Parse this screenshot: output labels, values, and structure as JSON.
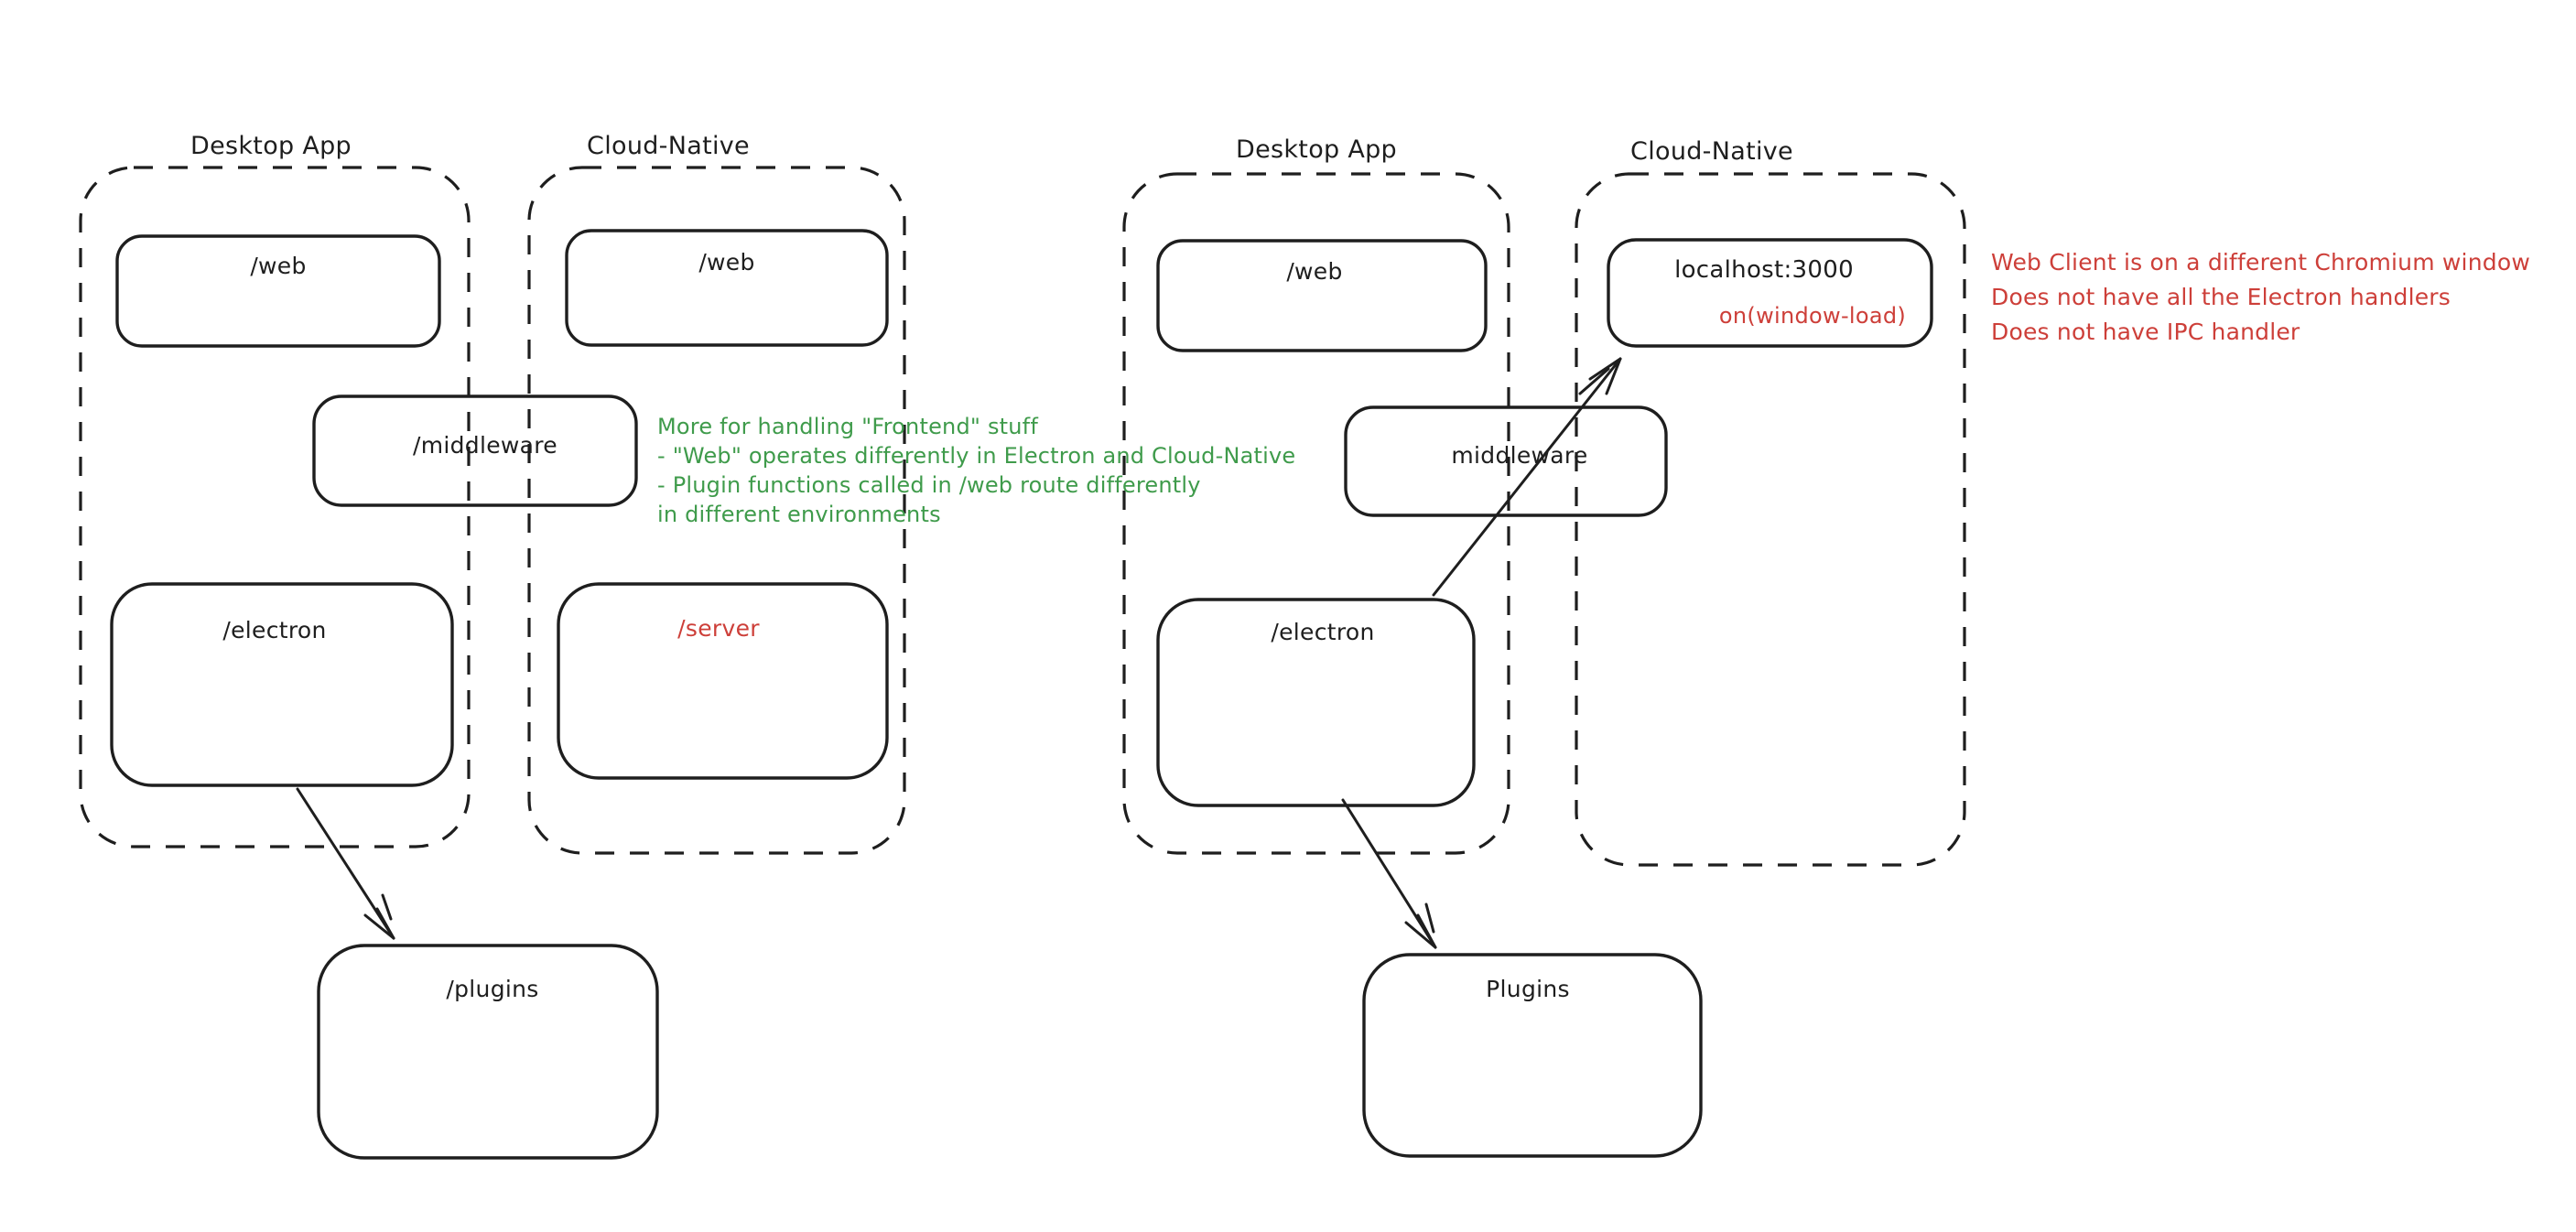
{
  "colors": {
    "stroke": "#1e1e1e",
    "green": "#3f9b4b",
    "red": "#cd3f39",
    "canvas": "#ffffff"
  },
  "left": {
    "desktop": {
      "label": "Desktop App",
      "web": "/web",
      "electron": "/electron"
    },
    "cloud": {
      "label": "Cloud-Native",
      "web": "/web",
      "server": "/server"
    },
    "middleware": "/middleware",
    "plugins": "/plugins",
    "note": {
      "lines": [
        "More for handling \"Frontend\" stuff",
        "- \"Web\" operates differently in Electron and Cloud-Native",
        "- Plugin functions called in /web route differently",
        "in different environments"
      ]
    }
  },
  "right": {
    "desktop": {
      "label": "Desktop App",
      "web": "/web",
      "electron": "/electron"
    },
    "cloud": {
      "label": "Cloud-Native",
      "localhost": "localhost:3000",
      "on_window_load": "on(window-load)"
    },
    "middleware": "middleware",
    "plugins": "Plugins",
    "note": {
      "lines": [
        "Web Client is on a different Chromium window",
        "Does not have all the Electron handlers",
        "Does not have IPC handler"
      ]
    }
  }
}
